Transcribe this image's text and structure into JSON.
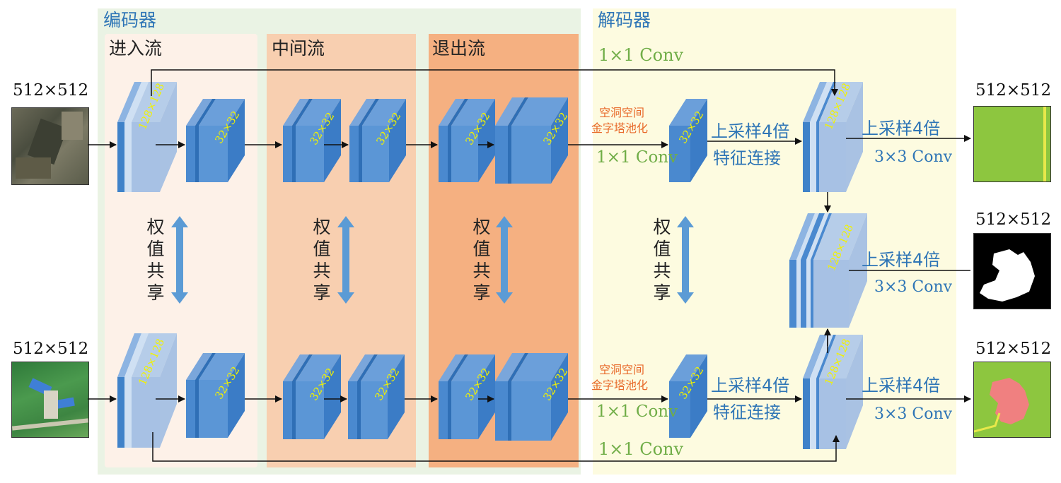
{
  "encoder": {
    "title": "编码器",
    "entry_flow": "进入流",
    "middle_flow": "中间流",
    "exit_flow": "退出流"
  },
  "decoder": {
    "title": "解码器",
    "conv1x1": "1×1 Conv",
    "aspp_line1": "空洞空间",
    "aspp_line2": "金字塔池化",
    "upsample4x": "上采样4倍",
    "concat": "特征连接",
    "conv3x3": "3×3 Conv"
  },
  "image_size": "512×512",
  "feature_128": "128×128",
  "feature_32": "32×32",
  "weight_sharing": [
    "权",
    "值",
    "共",
    "享"
  ],
  "colors": {
    "encoder_bg": "#eaf3e4",
    "entry_bg": "#fdf1e8",
    "middle_bg": "#f8cfb0",
    "exit_bg": "#f5b081",
    "decoder_bg": "#fdfbe0",
    "block_front": "#5b9bd5",
    "block_light": "#a8c4e6",
    "arrow_blue": "#5b9bd5",
    "text_blue": "#2e75b6",
    "text_green": "#70ad47",
    "text_orange": "#e86a2a",
    "text_yellow": "#f2f200",
    "mask_green": "#8dc63f",
    "mask_pink": "#f08080"
  }
}
